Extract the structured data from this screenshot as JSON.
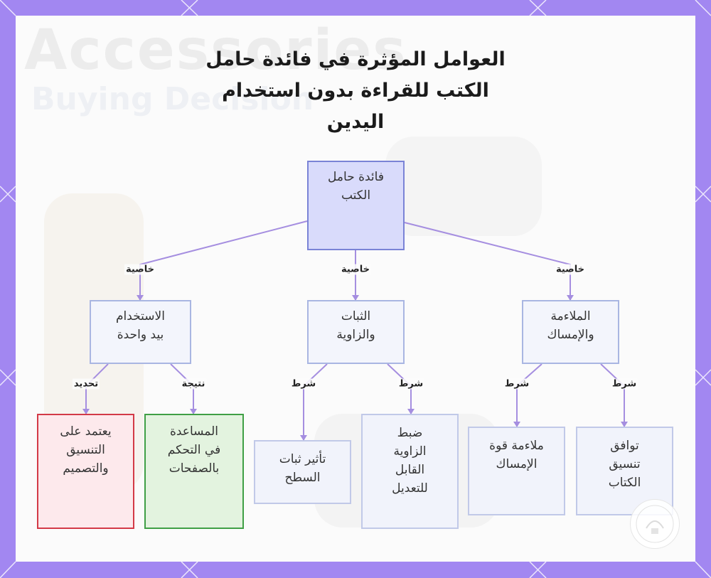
{
  "title": {
    "line1": "العوامل المؤثرة في فائدة حامل",
    "line2": "الكتب للقراءة بدون استخدام",
    "line3": "اليدين"
  },
  "background": {
    "ghost_text": "Accessories",
    "ghost_subtext": "Buying Decision"
  },
  "nodes": {
    "root": "فائدة حامل\nالكتب",
    "one_hand": "الاستخدام\nبيد واحدة",
    "stability": "الثبات\nوالزاوية",
    "fit": "الملاءمة\nوالإمساك",
    "depends": "يعتمد على\nالتنسيق\nوالتصميم",
    "assist": "المساعدة\nفي التحكم\nبالصفحات",
    "surface": "تأثير ثبات\nالسطح",
    "angle": "ضبط\nالزاوية\nالقابل\nللتعديل",
    "grip": "ملاءمة قوة\nالإمساك",
    "book_fit": "توافق\nتنسيق\nالكتاب"
  },
  "edge_labels": {
    "prop_left": "خاصية",
    "prop_mid": "خاصية",
    "prop_right": "خاصية",
    "define": "تحديد",
    "result": "نتيجة",
    "cond1": "شرط",
    "cond2": "شرط",
    "cond3": "شرط",
    "cond4": "شرط"
  },
  "colors": {
    "frame": "#a287f1",
    "edge": "#a58ee0",
    "root_fill": "#d9dbfb",
    "red_border": "#d33a47",
    "green_border": "#3f9f45"
  }
}
